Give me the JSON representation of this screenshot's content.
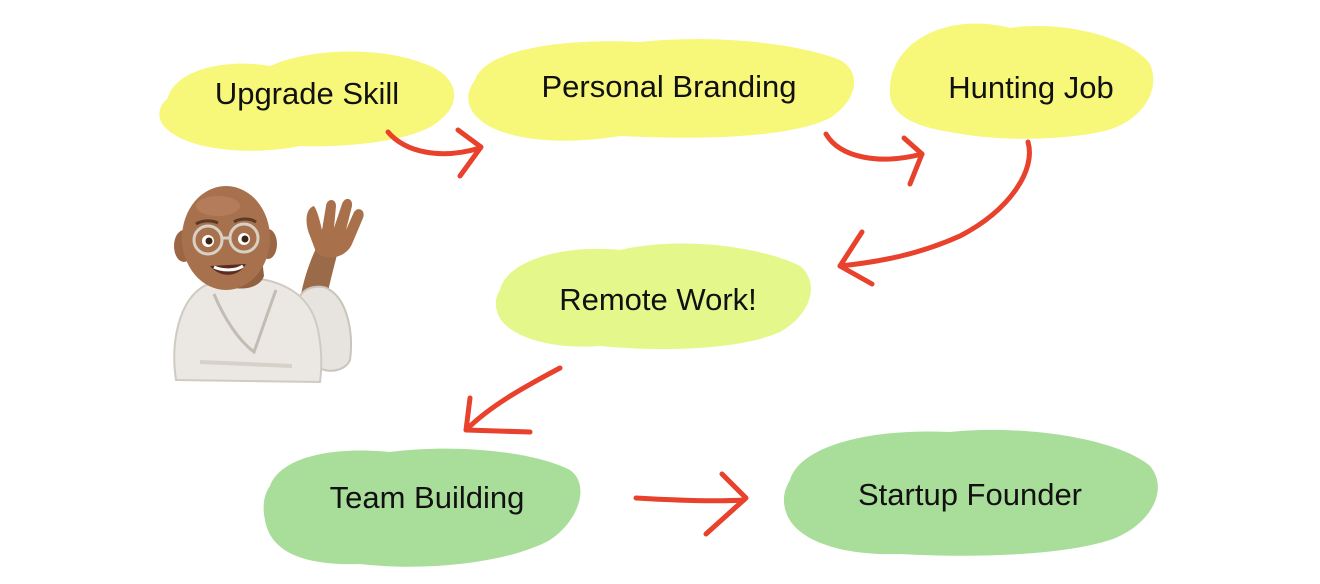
{
  "diagram": {
    "nodes": [
      {
        "id": "upgrade-skill",
        "label": "Upgrade Skill",
        "color": "#f7f77a"
      },
      {
        "id": "personal-branding",
        "label": "Personal Branding",
        "color": "#f7f77a"
      },
      {
        "id": "hunting-job",
        "label": "Hunting Job",
        "color": "#f7f77a"
      },
      {
        "id": "remote-work",
        "label": "Remote Work!",
        "color": "#e3f78a"
      },
      {
        "id": "team-building",
        "label": "Team Building",
        "color": "#a9dd9a"
      },
      {
        "id": "startup-founder",
        "label": "Startup Founder",
        "color": "#a9dd9a"
      }
    ],
    "edges": [
      {
        "from": "upgrade-skill",
        "to": "personal-branding"
      },
      {
        "from": "personal-branding",
        "to": "hunting-job"
      },
      {
        "from": "hunting-job",
        "to": "remote-work"
      },
      {
        "from": "remote-work",
        "to": "team-building"
      },
      {
        "from": "team-building",
        "to": "startup-founder"
      }
    ],
    "arrow_color": "#e8412c"
  },
  "avatar": {
    "icon": "waving-memoji-avatar"
  }
}
